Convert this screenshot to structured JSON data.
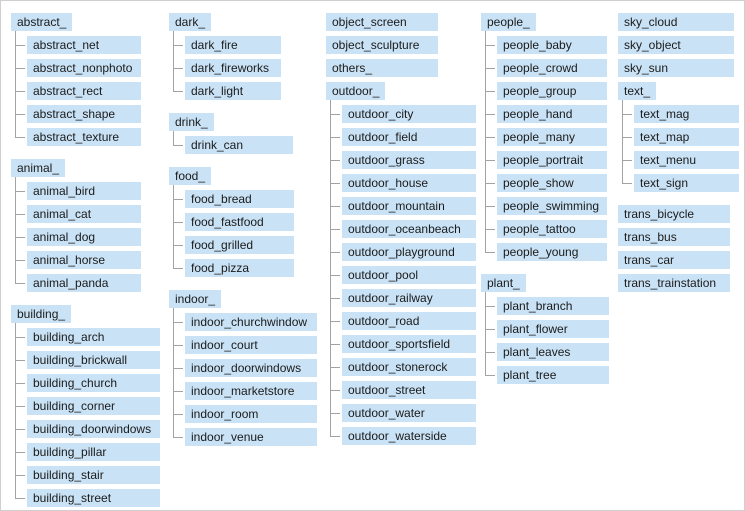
{
  "panel": {
    "background": "#ffffff",
    "border_color": "#cfcfcf",
    "node_fill": "#c9e2f5",
    "node_text_color": "#1b1b1b",
    "connector_color": "#a3a3a3"
  },
  "tree": {
    "columns": [
      {
        "groups": [
          {
            "label": "abstract_",
            "children": [
              "abstract_net",
              "abstract_nonphoto",
              "abstract_rect",
              "abstract_shape",
              "abstract_texture"
            ]
          },
          {
            "label": "animal_",
            "children": [
              "animal_bird",
              "animal_cat",
              "animal_dog",
              "animal_horse",
              "animal_panda"
            ]
          },
          {
            "label": "building_",
            "children": [
              "building_arch",
              "building_brickwall",
              "building_church",
              "building_corner",
              "building_doorwindows",
              "building_pillar",
              "building_stair",
              "building_street"
            ]
          }
        ]
      },
      {
        "groups": [
          {
            "label": "dark_",
            "children": [
              "dark_fire",
              "dark_fireworks",
              "dark_light"
            ]
          },
          {
            "label": "drink_",
            "children": [
              "drink_can"
            ]
          },
          {
            "label": "food_",
            "children": [
              "food_bread",
              "food_fastfood",
              "food_grilled",
              "food_pizza"
            ]
          },
          {
            "label": "indoor_",
            "children": [
              "indoor_churchwindow",
              "indoor_court",
              "indoor_doorwindows",
              "indoor_marketstore",
              "indoor_room",
              "indoor_venue"
            ]
          }
        ]
      },
      {
        "groups": [
          {
            "items": [
              "object_screen",
              "object_sculpture",
              "others_"
            ]
          },
          {
            "label": "outdoor_",
            "children": [
              "outdoor_city",
              "outdoor_field",
              "outdoor_grass",
              "outdoor_house",
              "outdoor_mountain",
              "outdoor_oceanbeach",
              "outdoor_playground",
              "outdoor_pool",
              "outdoor_railway",
              "outdoor_road",
              "outdoor_sportsfield",
              "outdoor_stonerock",
              "outdoor_street",
              "outdoor_water",
              "outdoor_waterside"
            ]
          }
        ]
      },
      {
        "groups": [
          {
            "label": "people_",
            "children": [
              "people_baby",
              "people_crowd",
              "people_group",
              "people_hand",
              "people_many",
              "people_portrait",
              "people_show",
              "people_swimming",
              "people_tattoo",
              "people_young"
            ]
          },
          {
            "label": "plant_",
            "children": [
              "plant_branch",
              "plant_flower",
              "plant_leaves",
              "plant_tree"
            ]
          }
        ]
      },
      {
        "groups": [
          {
            "items": [
              "sky_cloud",
              "sky_object",
              "sky_sun"
            ]
          },
          {
            "label": "text_",
            "children": [
              "text_mag",
              "text_map",
              "text_menu",
              "text_sign"
            ]
          },
          {
            "items": [
              "trans_bicycle",
              "trans_bus",
              "trans_car",
              "trans_trainstation"
            ]
          }
        ]
      }
    ]
  }
}
